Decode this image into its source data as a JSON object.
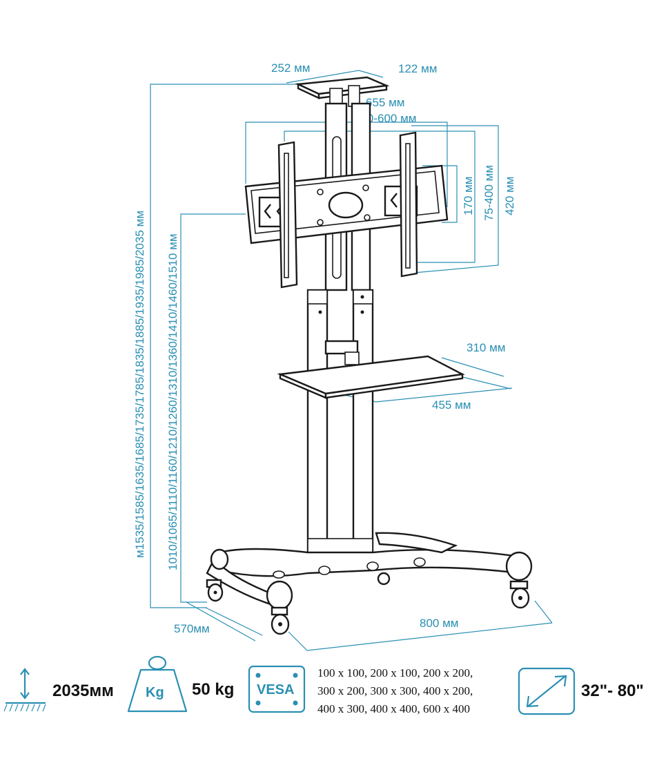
{
  "dimensions": {
    "top_plate_width": "252 мм",
    "top_plate_depth": "122 мм",
    "bracket_width": "655 мм",
    "vesa_horizontal_range": "100-600 мм",
    "plate_height": "170 мм",
    "vesa_vertical_range": "75-400 мм",
    "bracket_height": "420 мм",
    "total_height_options": "м1535/1585/1635/1685/1735/1785/1835/1885/1935/1985/2035 мм",
    "center_height_options": "1010/1065/1110/1160/1210/1260/1310/1360/1410/1460/1510 мм",
    "shelf_depth": "310 мм",
    "shelf_width": "455 мм",
    "base_depth": "570мм",
    "base_width": "800 мм"
  },
  "specs": {
    "max_height": "2035мм",
    "weight_icon_label": "Kg",
    "max_load": "50 kg",
    "vesa_icon_label": "VESA",
    "vesa_line_1": "100 x 100, 200 x 100, 200 x 200,",
    "vesa_line_2": "300 x 200, 300 x 300, 400 x 200,",
    "vesa_line_3": "400 x 300, 400 x 400, 600 x 400",
    "screen_size": "32\"- 80\""
  },
  "colors": {
    "dimension_accent": "#2a8fb3",
    "outline": "#1a1a1a"
  },
  "icons": [
    "height-arrow-icon",
    "weight-icon",
    "vesa-icon",
    "screen-diagonal-icon"
  ]
}
